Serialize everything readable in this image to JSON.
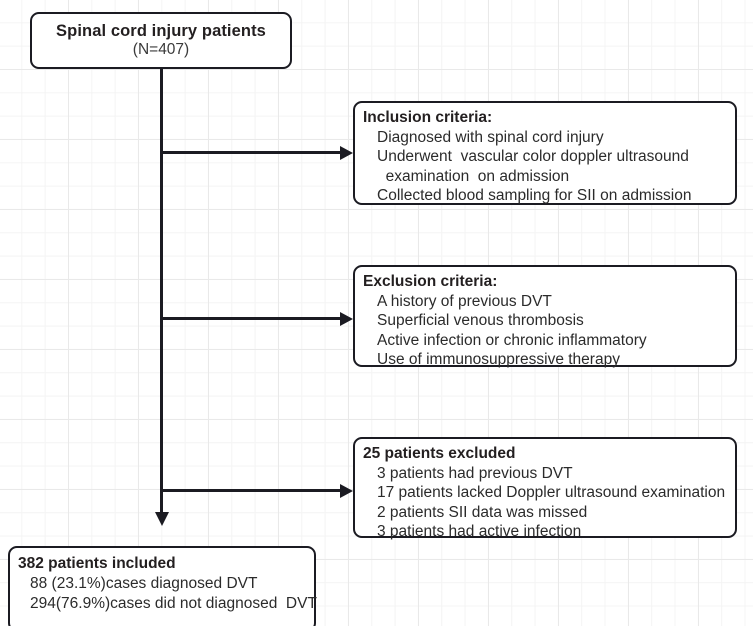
{
  "diagram": {
    "title": "Patient selection flow diagram",
    "colors": {
      "border": "#1b1b22",
      "text": "#231f20",
      "background": "#ffffff",
      "grid_minor": "#f4f4f4",
      "grid_major": "#e9e9e9"
    }
  },
  "nodes": {
    "root": {
      "title": "Spinal cord injury patients",
      "subtitle": "(N=407)"
    },
    "inclusion": {
      "title": "Inclusion criteria:",
      "items": [
        "Diagnosed with spinal cord injury",
        "Underwent  vascular color doppler ultrasound",
        "  examination  on admission",
        "Collected blood sampling for SII on admission"
      ]
    },
    "exclusion": {
      "title": "Exclusion criteria:",
      "items": [
        "A history of previous DVT",
        "Superficial venous thrombosis",
        "Active infection or chronic inflammatory",
        "Use of immunosuppressive therapy"
      ]
    },
    "excluded": {
      "title": "25 patients excluded",
      "items": [
        "3 patients had previous DVT",
        "17 patients lacked Doppler ultrasound examination",
        "2 patients SII data was missed",
        "3 patients had active infection"
      ]
    },
    "included": {
      "title": "382 patients included",
      "items": [
        "88 (23.1%)cases diagnosed DVT",
        "294(76.9%)cases did not diagnosed  DVT"
      ]
    }
  }
}
